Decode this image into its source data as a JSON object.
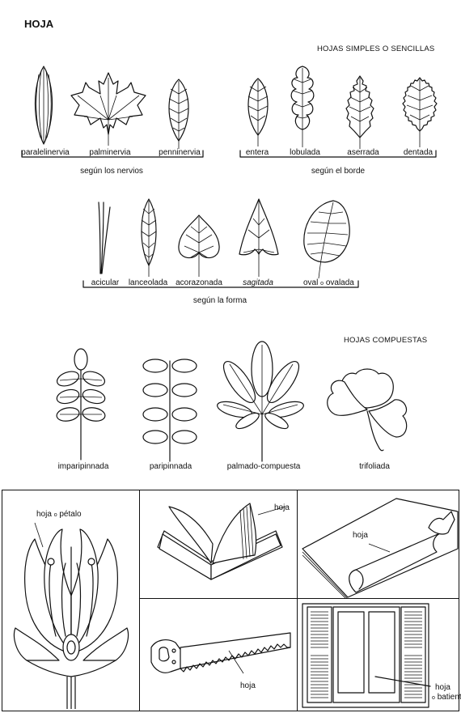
{
  "title": "HOJA",
  "simple_heading": "HOJAS SIMPLES O SENCILLAS",
  "compound_heading": "HOJAS COMPUESTAS",
  "nervios": {
    "group_label": "según los nervios",
    "items": [
      "paralelinervia",
      "palminervia",
      "penninervia"
    ]
  },
  "borde": {
    "group_label": "según el borde",
    "items": [
      "entera",
      "lobulada",
      "aserrada",
      "dentada"
    ]
  },
  "forma": {
    "group_label": "según la forma",
    "items": [
      "acicular",
      "lanceolada",
      "acorazonada",
      "sagitada",
      "oval",
      "o",
      "ovalada"
    ]
  },
  "compuestas": {
    "items": [
      "imparipinnada",
      "paripinnada",
      "palmado-compuesta",
      "trifoliada"
    ]
  },
  "panels": {
    "flower_label": "hoja",
    "flower_or": "o",
    "flower_label2": "pétalo",
    "book_label": "hoja",
    "paper_label": "hoja",
    "saw_label": "hoja",
    "window_label": "hoja",
    "window_or": "o",
    "window_label2": "batiente"
  }
}
